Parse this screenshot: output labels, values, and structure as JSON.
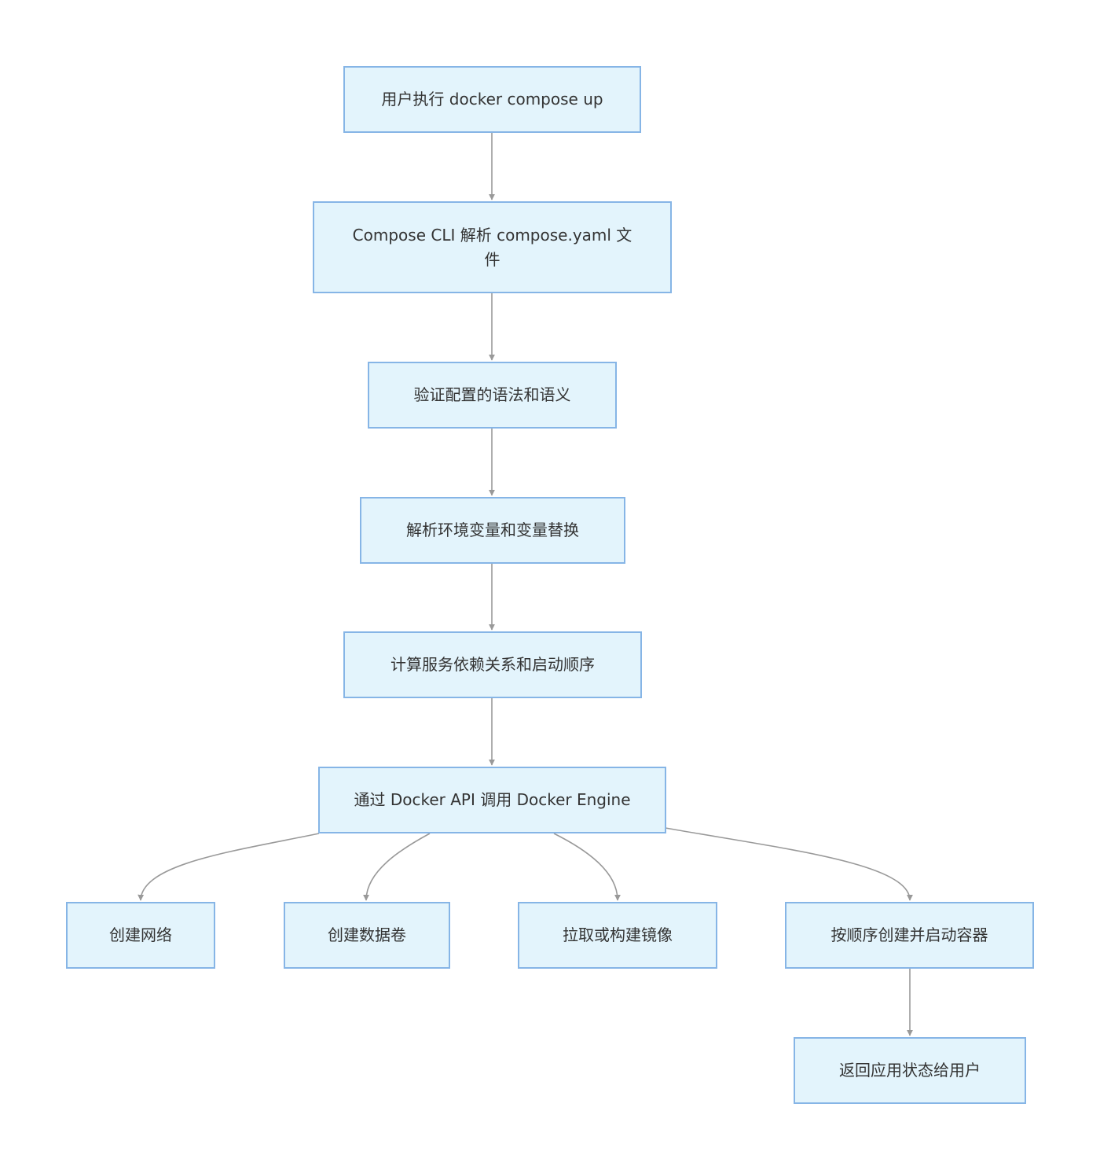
{
  "diagram": {
    "nodes": {
      "n1": "用户执行 docker compose up",
      "n2": "Compose CLI 解析 compose.yaml 文件",
      "n3": "验证配置的语法和语义",
      "n4": "解析环境变量和变量替换",
      "n5": "计算服务依赖关系和启动顺序",
      "n6": "通过 Docker API 调用 Docker Engine",
      "n7": "创建网络",
      "n8": "创建数据卷",
      "n9": "拉取或构建镜像",
      "n10": "按顺序创建并启动容器",
      "n11": "返回应用状态给用户"
    },
    "edges": [
      [
        "n1",
        "n2"
      ],
      [
        "n2",
        "n3"
      ],
      [
        "n3",
        "n4"
      ],
      [
        "n4",
        "n5"
      ],
      [
        "n5",
        "n6"
      ],
      [
        "n6",
        "n7"
      ],
      [
        "n6",
        "n8"
      ],
      [
        "n6",
        "n9"
      ],
      [
        "n6",
        "n10"
      ],
      [
        "n10",
        "n11"
      ]
    ],
    "colors": {
      "node_fill": "#e3f4fc",
      "node_border": "#86b5e6",
      "edge": "#999999",
      "text": "#333333"
    }
  }
}
